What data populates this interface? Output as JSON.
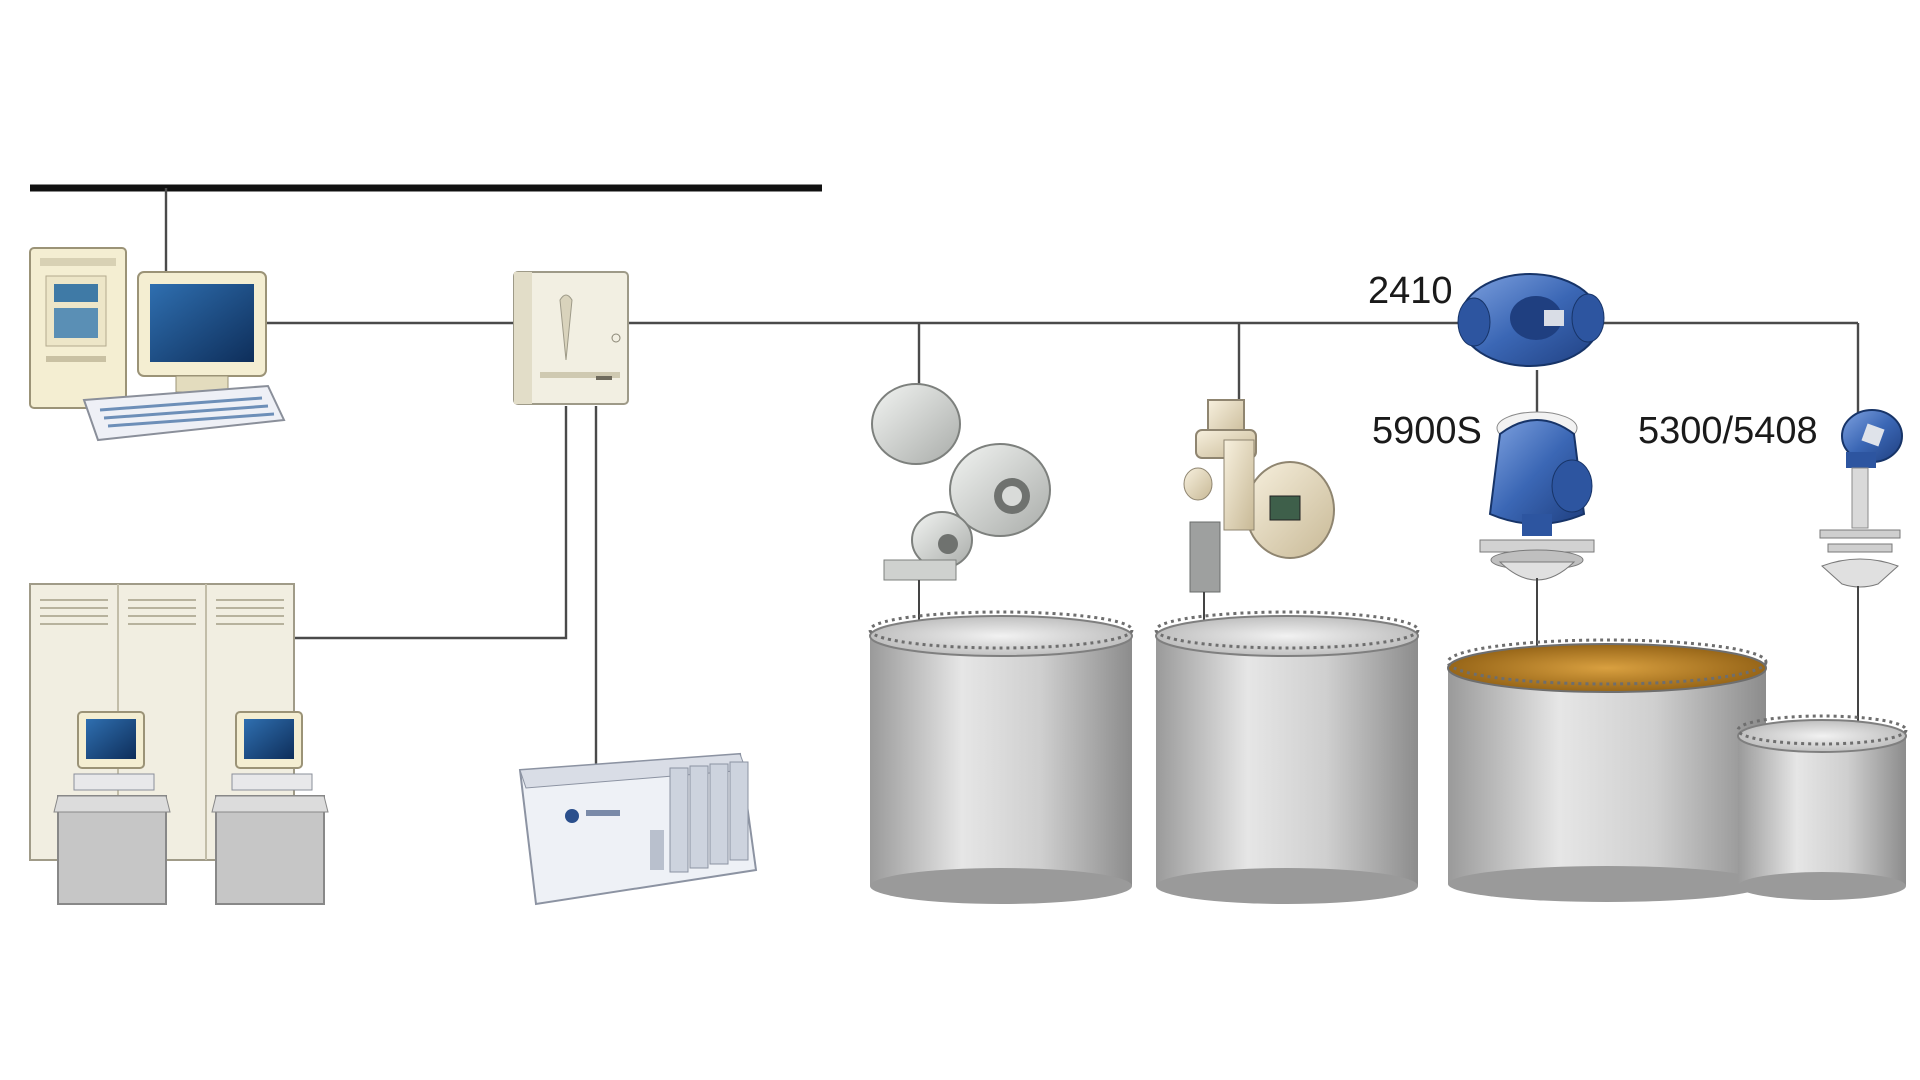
{
  "labels": {
    "gauge_2410": "2410",
    "gauge_5900s": "5900S",
    "gauge_5300_5408": "5300/5408"
  },
  "colors": {
    "background": "#ffffff",
    "wire": "#4a4a4a",
    "bus": "#111111",
    "tank_body": "#c8c8c8",
    "tank_liquid": "#b8801e",
    "device_blue": "#3b67b5",
    "device_beige": "#e7dcc4",
    "device_grey": "#d4d6d4",
    "cabinet": "#f2efe2",
    "screen": "#1f4f86"
  },
  "icons": [
    "desktop-pc-icon",
    "control-room-icon",
    "field-communication-unit-icon",
    "plc-icon",
    "radar-gauge-icon",
    "tank-icon",
    "hub-icon"
  ]
}
